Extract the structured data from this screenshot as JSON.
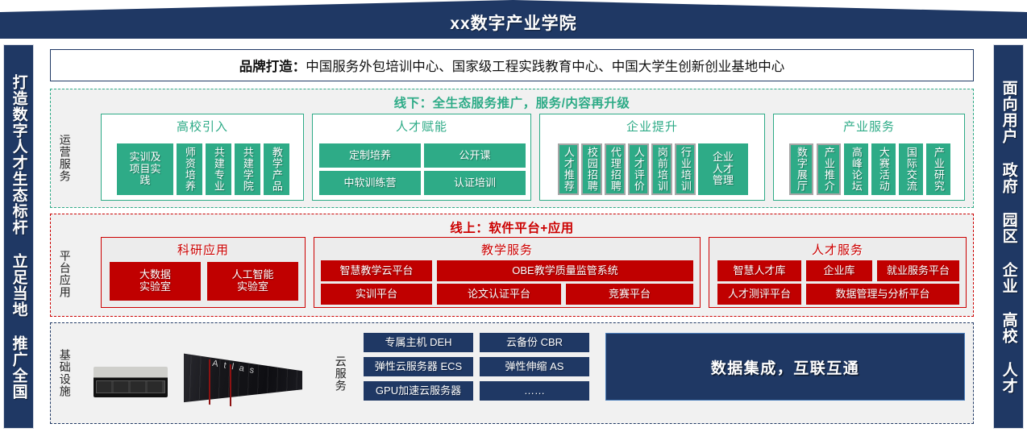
{
  "roof": {
    "title": "xx数字产业学院"
  },
  "pillars": {
    "left": "打造数字人才生态标杆 立足当地 推广全国",
    "right": "面向用户 政府 园区 企业 高校 人才"
  },
  "brand": {
    "prefix": "品牌打造：",
    "text": "中国服务外包培训中心、国家级工程实践教育中心、中国大学生创新创业基地中心"
  },
  "offline": {
    "title": "线下：全生态服务推广，服务/内容再升级",
    "side_label": "运营服务",
    "accent": "#2eab87",
    "groups": [
      {
        "name": "高校引入",
        "items": [
          {
            "label": "实训及\n项目实\n践",
            "vertical": false,
            "bordered": false
          },
          {
            "label": "师资培养",
            "vertical": true,
            "bordered": false
          },
          {
            "label": "共建专业",
            "vertical": true,
            "bordered": false
          },
          {
            "label": "共建学院",
            "vertical": true,
            "bordered": false
          },
          {
            "label": "教学产品",
            "vertical": true,
            "bordered": false
          }
        ]
      },
      {
        "name": "人才赋能",
        "items": [
          {
            "label": "定制培养",
            "vertical": false,
            "bordered": false
          },
          {
            "label": "公开课",
            "vertical": false,
            "bordered": false
          },
          {
            "label": "中软训练营",
            "vertical": false,
            "bordered": false
          },
          {
            "label": "认证培训",
            "vertical": false,
            "bordered": false
          }
        ]
      },
      {
        "name": "企业提升",
        "items": [
          {
            "label": "人才推荐",
            "vertical": true,
            "bordered": true
          },
          {
            "label": "校园招聘",
            "vertical": true,
            "bordered": true
          },
          {
            "label": "代理招聘",
            "vertical": true,
            "bordered": true
          },
          {
            "label": "人才评价",
            "vertical": true,
            "bordered": true
          },
          {
            "label": "岗前培训",
            "vertical": true,
            "bordered": true
          },
          {
            "label": "行业培训",
            "vertical": true,
            "bordered": true
          },
          {
            "label": "企业\n人才\n管理",
            "vertical": false,
            "bordered": false
          }
        ]
      },
      {
        "name": "产业服务",
        "items": [
          {
            "label": "数字展厅",
            "vertical": true,
            "bordered": true
          },
          {
            "label": "产业推介",
            "vertical": true,
            "bordered": true
          },
          {
            "label": "高峰论坛",
            "vertical": true,
            "bordered": false
          },
          {
            "label": "大赛活动",
            "vertical": true,
            "bordered": false
          },
          {
            "label": "国际交流",
            "vertical": true,
            "bordered": false
          },
          {
            "label": "产业研究",
            "vertical": true,
            "bordered": false
          }
        ]
      }
    ]
  },
  "online": {
    "title": "线上：软件平台+应用",
    "side_label": "平台应用",
    "accent": "#cc0000",
    "groups": [
      {
        "name": "科研应用",
        "items": [
          {
            "label": "大数据\n实验室"
          },
          {
            "label": "人工智能\n实验室"
          }
        ]
      },
      {
        "name": "教学服务",
        "items": [
          {
            "label": "智慧教学云平台"
          },
          {
            "label": "OBE教学质量监管系统"
          },
          {
            "label": "实训平台"
          },
          {
            "label": "论文认证平台"
          },
          {
            "label": "竞赛平台"
          }
        ]
      },
      {
        "name": "人才服务",
        "items": [
          {
            "label": "智慧人才库"
          },
          {
            "label": "企业库"
          },
          {
            "label": "就业服务平台"
          },
          {
            "label": "人才测评平台"
          },
          {
            "label": "数据管理与分析平台"
          }
        ]
      }
    ]
  },
  "infra": {
    "side_label": "基础设施",
    "cloud_label": "云服务",
    "atlas_caption": "Atlas",
    "cloud_items": [
      "专属主机 DEH",
      "云备份 CBR",
      "弹性云服务器 ECS",
      "弹性伸缩 AS",
      "GPU加速云服务器",
      "……"
    ],
    "datahub": "数据集成，互联互通"
  }
}
